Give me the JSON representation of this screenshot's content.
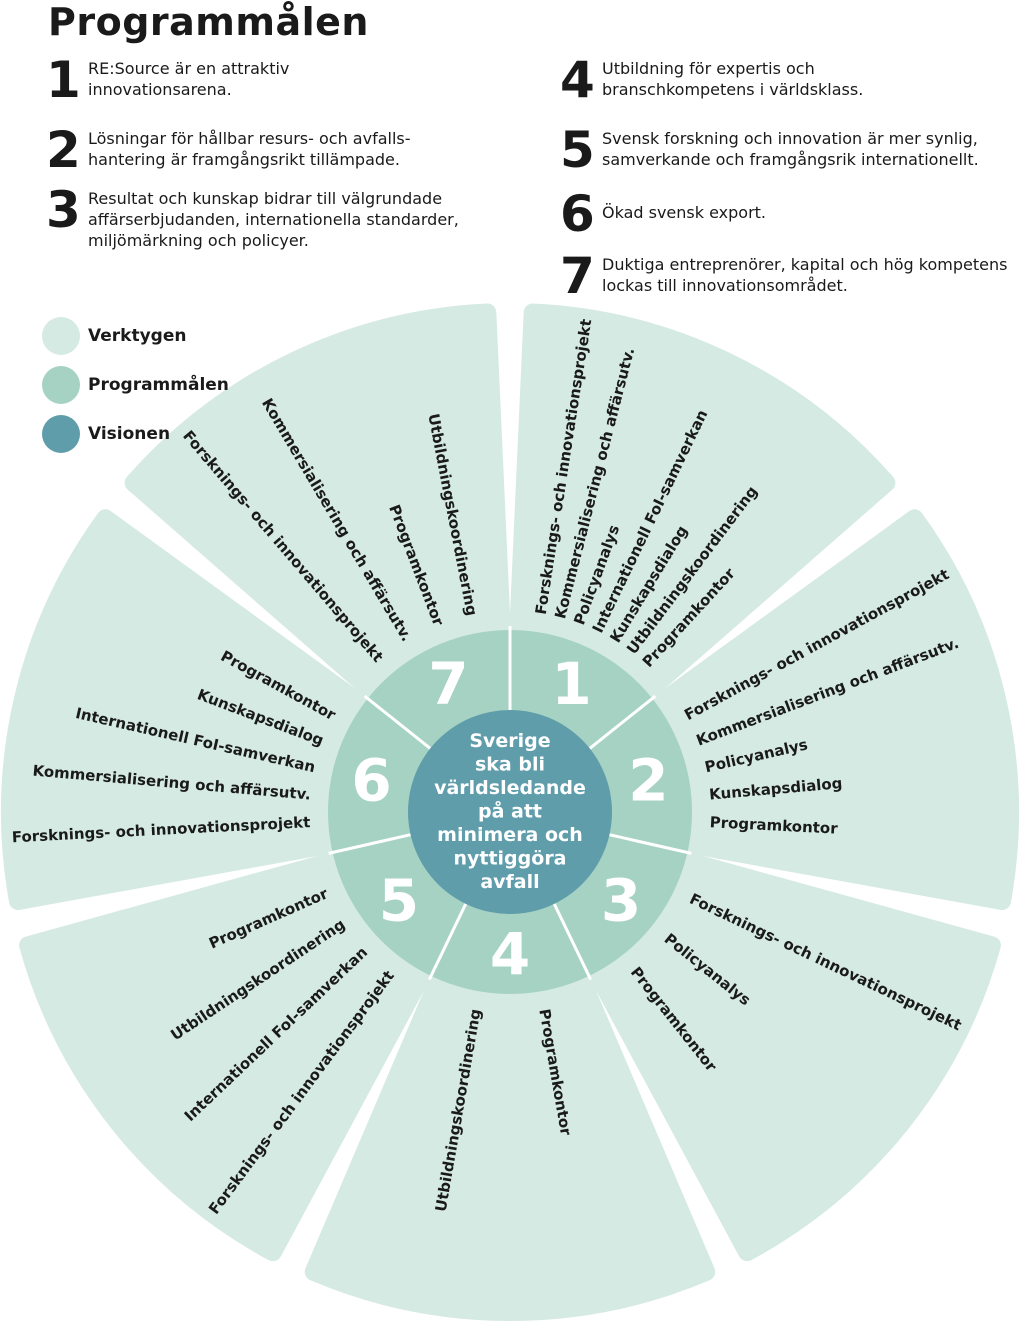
{
  "title": "Programmålen",
  "goals": [
    {
      "num": "1",
      "text": "RE:Source är en attraktiv innovationsarena."
    },
    {
      "num": "2",
      "text": "Lösningar för hållbar resurs- och avfalls-hantering är framgångsrikt tillämpade."
    },
    {
      "num": "3",
      "text": "Resultat och kunskap bidrar till välgrundade affärserbjudanden, internationella standarder, miljömärkning och policyer."
    },
    {
      "num": "4",
      "text": "Utbildning för expertis och branschkompetens i världsklass."
    },
    {
      "num": "5",
      "text": "Svensk forskning och innovation är mer synlig, samverkande och framgångsrik internationellt."
    },
    {
      "num": "6",
      "text": "Ökad svensk export."
    },
    {
      "num": "7",
      "text": "Duktiga entreprenörer, kapital och hög kompetens lockas till innovationsområdet."
    }
  ],
  "legend": [
    {
      "label": "Verktygen",
      "color": "#d5eae3"
    },
    {
      "label": "Programmålen",
      "color": "#a6d2c4"
    },
    {
      "label": "Visionen",
      "color": "#5f9dab"
    }
  ],
  "vision": [
    "Sverige",
    "ska bli",
    "världsledande",
    "på att",
    "minimera och",
    "nyttiggöra",
    "avfall"
  ],
  "sectors": [
    {
      "num": "1",
      "tools": [
        "Forsknings- och innovationsprojekt",
        "Kommersialisering och affärsutv.",
        "Policyanalys",
        "Internationell FoI-samverkan",
        "Kunskapsdialog",
        "Utbildningskoordinering",
        "Programkontor"
      ]
    },
    {
      "num": "2",
      "tools": [
        "Forsknings- och innovationsprojekt",
        "Kommersialisering och affärsutv.",
        "Policyanalys",
        "Kunskapsdialog",
        "Programkontor"
      ]
    },
    {
      "num": "3",
      "tools": [
        "Forsknings- och innovationsprojekt",
        "Policyanalys",
        "Programkontor"
      ]
    },
    {
      "num": "4",
      "tools": [
        "Programkontor",
        "Utbildningskoordinering"
      ]
    },
    {
      "num": "5",
      "tools": [
        "Forsknings- och innovationsprojekt",
        "Internationell FoI-samverkan",
        "Utbildningskoordinering",
        "Programkontor"
      ]
    },
    {
      "num": "6",
      "tools": [
        "Forsknings- och innovationsprojekt",
        "Kommersialisering och affärsutv.",
        "Internationell FoI-samverkan",
        "Kunskapsdialog",
        "Programkontor"
      ]
    },
    {
      "num": "7",
      "tools": [
        "Forsknings- och innovationsprojekt",
        "Kommersialisering och affärsutv.",
        "Programkontor",
        "Utbildningskoordinering"
      ]
    }
  ]
}
